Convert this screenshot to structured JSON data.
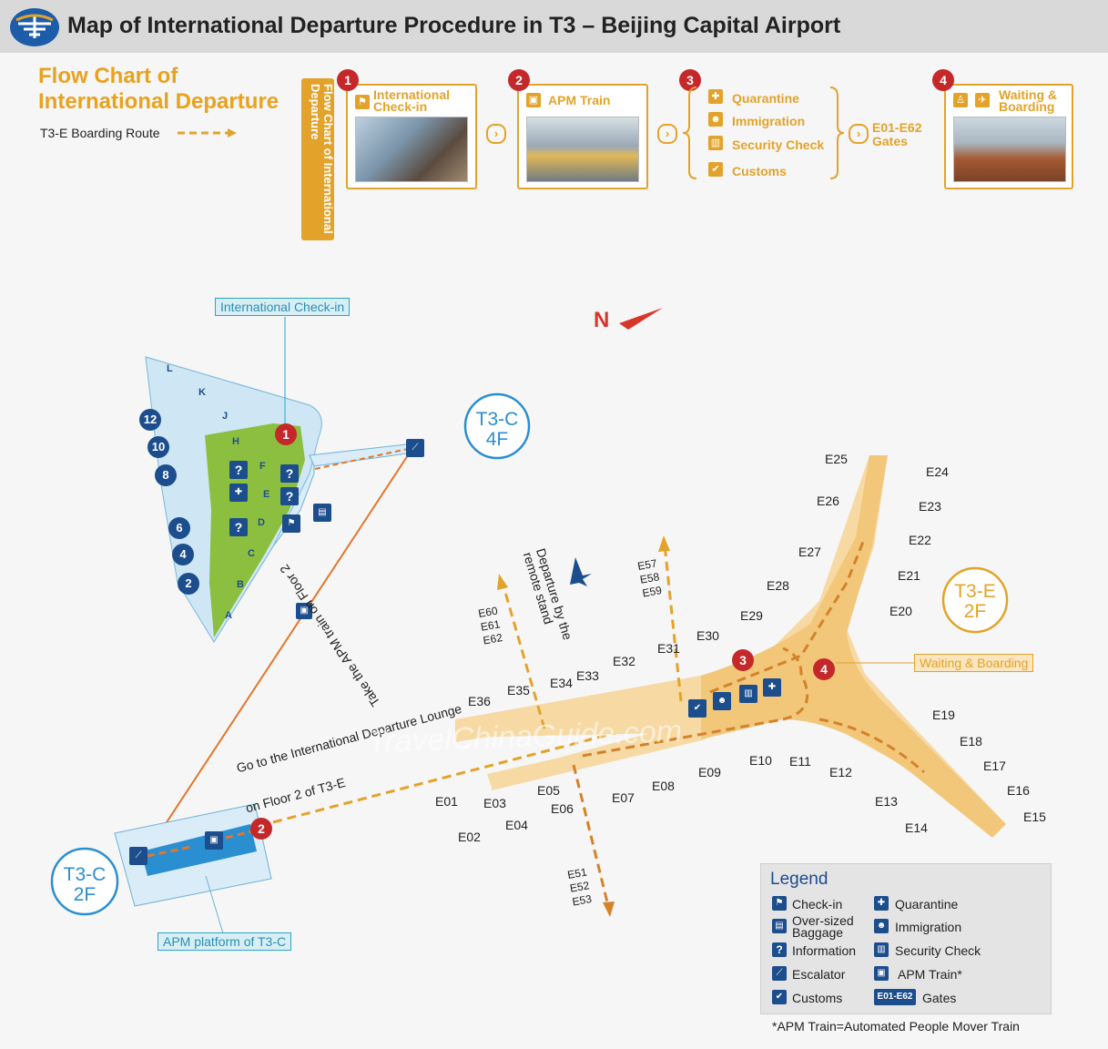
{
  "header": {
    "title": "Map of International Departure Procedure in T3 – Beijing Capital Airport",
    "logo_icon": "airport-logo-icon"
  },
  "flowchart": {
    "title_line1": "Flow Chart of",
    "title_line2": "International Departure",
    "route_label": "T3-E Boarding Route",
    "vertical_label": "Flow Chart of International Departure",
    "steps": [
      {
        "num": "1",
        "label": "International Check-in"
      },
      {
        "num": "2",
        "label": "APM Train"
      },
      {
        "num": "3",
        "items": [
          "Quarantine",
          "Immigration",
          "Security Check",
          "Customs"
        ]
      },
      {
        "num": "4",
        "label": "Waiting & Boarding"
      }
    ],
    "gates_label": "E01-E62 Gates"
  },
  "map": {
    "intl_checkin_label": "International Check-in",
    "t3c_4f": "T3-C\n4F",
    "t3c_2f": "T3-C\n2F",
    "t3e_2f": "T3-E\n2F",
    "apm_platform_label": "APM platform of T3-C",
    "waiting_boarding_label": "Waiting & Boarding",
    "take_apm_text": "Take the APM train on Floor 2",
    "go_to_text_1": "Go to the International Departure Lounge",
    "go_to_text_2": "on Floor 2 of T3-E",
    "remote_stand_text": "Departure by the remote stand",
    "north_label": "N",
    "watermark": "TravelChinaGuide.com",
    "checkin_rows": [
      "L",
      "K",
      "J",
      "H",
      "F",
      "E",
      "D",
      "C",
      "B",
      "A"
    ],
    "doors": [
      "12",
      "10",
      "8",
      "6",
      "4",
      "2"
    ],
    "step_markers": [
      "1",
      "2",
      "3",
      "4"
    ],
    "gate_groups": {
      "remote_left": "E60\nE61\nE62",
      "remote_top": "E57\nE58\nE59",
      "remote_bottom": "E51\nE52\nE53"
    },
    "gates": [
      "E25",
      "E24",
      "E26",
      "E23",
      "E22",
      "E27",
      "E21",
      "E28",
      "E20",
      "E29",
      "E30",
      "E31",
      "E32",
      "E33",
      "E34",
      "E35",
      "E36",
      "E19",
      "E18",
      "E17",
      "E16",
      "E15",
      "E14",
      "E13",
      "E12",
      "E11",
      "E10",
      "E09",
      "E08",
      "E07",
      "E06",
      "E05",
      "E04",
      "E03",
      "E02",
      "E01"
    ]
  },
  "legend": {
    "title": "Legend",
    "items": [
      {
        "icon": "check-in-icon",
        "label": "Check-in"
      },
      {
        "icon": "quarantine-icon",
        "label": "Quarantine"
      },
      {
        "icon": "baggage-icon",
        "label": "Over-sized Baggage"
      },
      {
        "icon": "immigration-icon",
        "label": "Immigration"
      },
      {
        "icon": "information-icon",
        "label": "Information"
      },
      {
        "icon": "security-check-icon",
        "label": "Security Check"
      },
      {
        "icon": "escalator-icon",
        "label": "Escalator"
      },
      {
        "icon": "apm-train-icon",
        "label": "APM Train*"
      },
      {
        "icon": "customs-icon",
        "label": "Customs"
      },
      {
        "icon": "gates-icon",
        "label": "Gates",
        "badge": "E01-E62"
      }
    ],
    "footnote": "*APM Train=Automated People Mover Train"
  },
  "colors": {
    "orange": "#e3a32a",
    "blue": "#2a8fb3",
    "navy": "#1c4d8c",
    "red": "#c5282a",
    "green": "#8cbf3f"
  }
}
